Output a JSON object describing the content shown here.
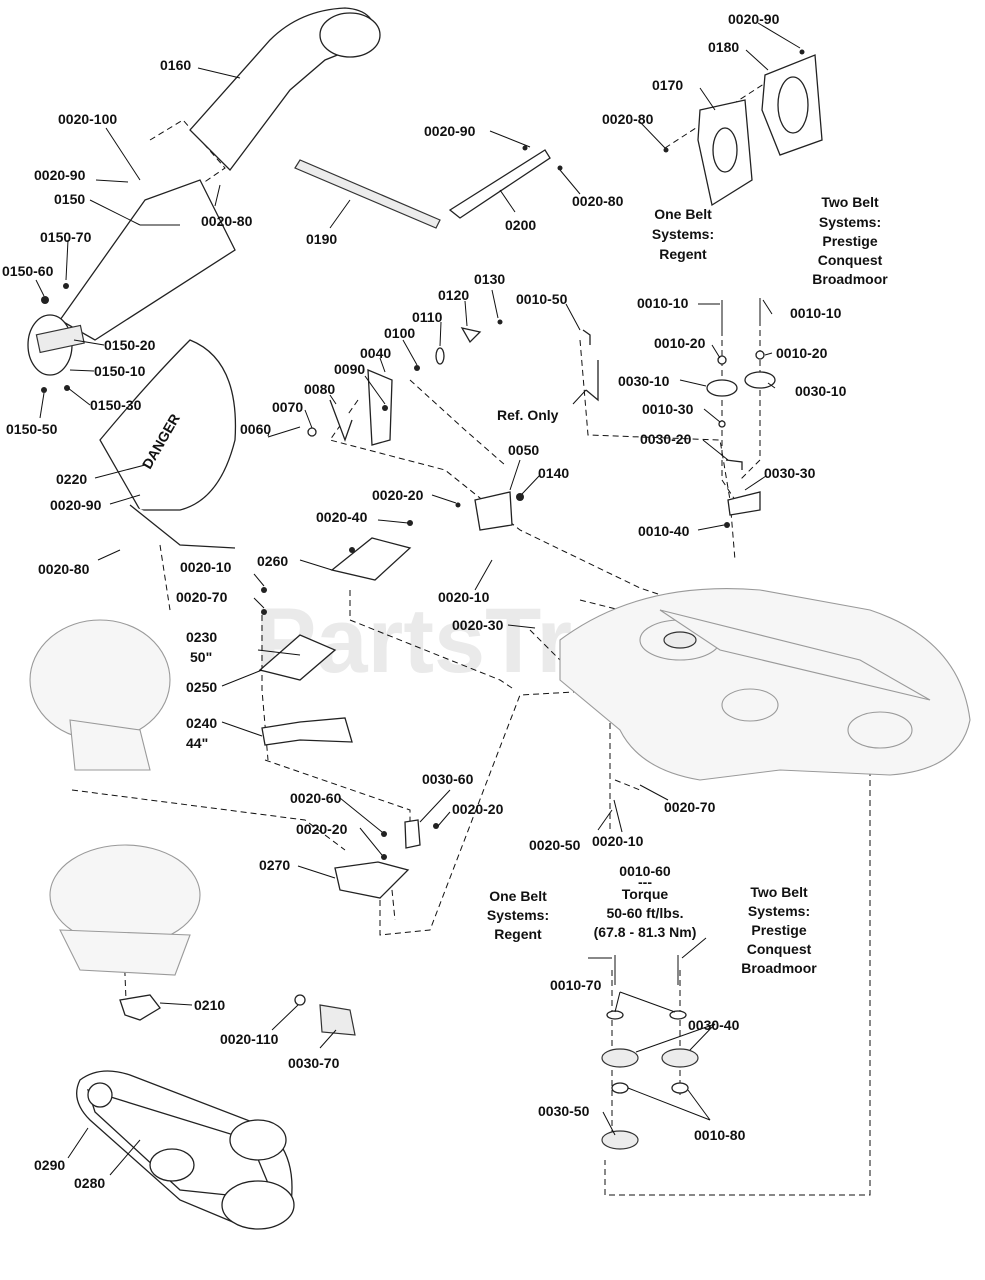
{
  "watermark": "PartsTree",
  "notes": {
    "one_belt_top": [
      "One Belt",
      "Systems:",
      "Regent"
    ],
    "two_belt_top": [
      "Two Belt",
      "Systems:",
      "Prestige",
      "Conquest",
      "Broadmoor"
    ],
    "ref_only": "Ref. Only",
    "torque": [
      "0010-60",
      "---",
      "Torque",
      "50-60 ft/lbs.",
      "(67.8 - 81.3 Nm)"
    ],
    "one_belt_bottom": [
      "One Belt",
      "Systems:",
      "Regent"
    ],
    "two_belt_bottom": [
      "Two Belt",
      "Systems:",
      "Prestige",
      "Conquest",
      "Broadmoor"
    ]
  },
  "labels": {
    "l0020_90_a": "0020-90",
    "l0180": "0180",
    "l0170": "0170",
    "l0020_80_a": "0020-80",
    "l0160": "0160",
    "l0020_100": "0020-100",
    "l0020_90_b": "0020-90",
    "l0150": "0150",
    "l0020_80_b": "0020-80",
    "l0150_70": "0150-70",
    "l0150_60": "0150-60",
    "l0150_20": "0150-20",
    "l0150_10": "0150-10",
    "l0150_30": "0150-30",
    "l0150_50": "0150-50",
    "l0190": "0190",
    "l0020_90_c": "0020-90",
    "l0200": "0200",
    "l0020_80_c": "0020-80",
    "l0130": "0130",
    "l0120": "0120",
    "l0010_50": "0010-50",
    "l0110": "0110",
    "l0100": "0100",
    "l0040": "0040",
    "l0090": "0090",
    "l0080": "0080",
    "l0070": "0070",
    "l0060": "0060",
    "l0010_10_a": "0010-10",
    "l0010_10_b": "0010-10",
    "l0010_20_a": "0010-20",
    "l0010_20_b": "0010-20",
    "l0030_10_a": "0030-10",
    "l0030_10_b": "0030-10",
    "l0010_30": "0010-30",
    "l0030_20": "0030-20",
    "l0030_30": "0030-30",
    "l0010_40": "0010-40",
    "l0050": "0050",
    "l0140": "0140",
    "l0020_20_a": "0020-20",
    "l0220": "0220",
    "l0020_90_d": "0020-90",
    "l0020_40": "0020-40",
    "l0020_80_d": "0020-80",
    "l0260": "0260",
    "l0020_10_a": "0020-10",
    "l0020_10_b": "0020-10",
    "l0020_70_a": "0020-70",
    "l0020_30": "0020-30",
    "l0230": "0230",
    "l0230_size": "50\"",
    "l0250": "0250",
    "l0240": "0240",
    "l0240_size": "44\"",
    "l0030_60": "0030-60",
    "l0020_60": "0020-60",
    "l0020_20_b": "0020-20",
    "l0020_20_c": "0020-20",
    "l0270": "0270",
    "l0020_70_b": "0020-70",
    "l0020_50": "0020-50",
    "l0020_10_c": "0020-10",
    "l0210": "0210",
    "l0020_110": "0020-110",
    "l0030_70": "0030-70",
    "l0010_70": "0010-70",
    "l0030_40": "0030-40",
    "l0030_50": "0030-50",
    "l0010_80": "0010-80",
    "l0290": "0290",
    "l0280": "0280"
  },
  "chute_decal_lines": [
    "DANGER"
  ]
}
